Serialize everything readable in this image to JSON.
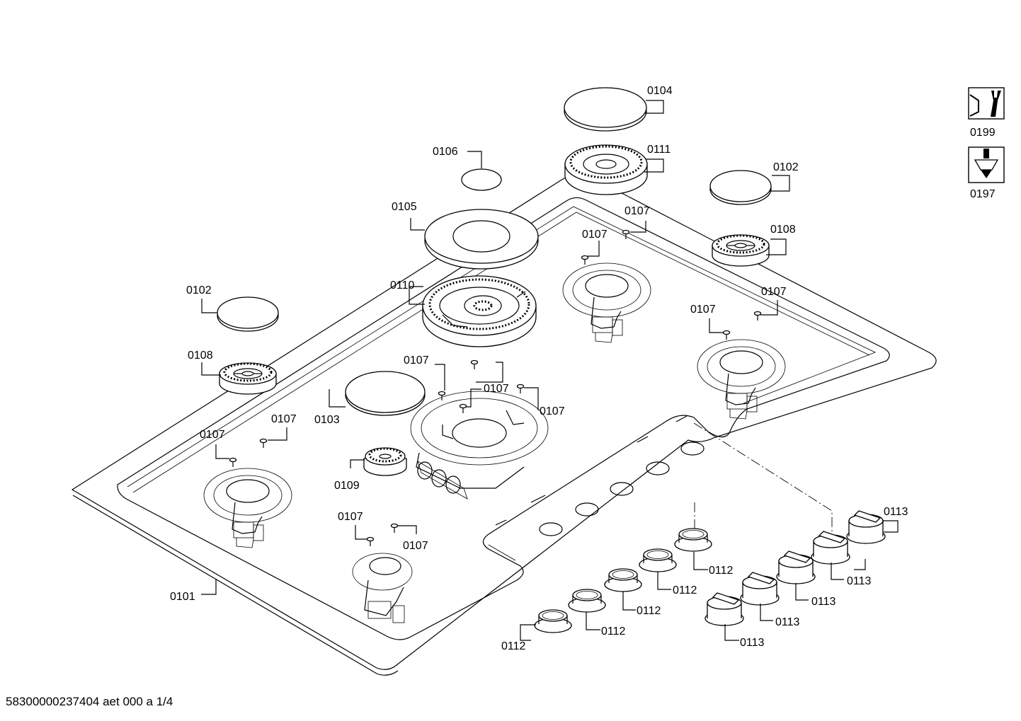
{
  "footer": {
    "code": "58300000237404 aet 000 a 1/4"
  },
  "labels": {
    "l0104": "0104",
    "l0111": "0111",
    "l0106": "0106",
    "l0102a": "0102",
    "l0102b": "0102",
    "l0105": "0105",
    "l0108a": "0108",
    "l0108b": "0108",
    "l0110": "0110",
    "l0103": "0103",
    "l0109": "0109",
    "l0101": "0101",
    "l0107a": "0107",
    "l0107b": "0107",
    "l0107c": "0107",
    "l0107d": "0107",
    "l0107e": "0107",
    "l0107f": "0107",
    "l0107g": "0107",
    "l0107h": "0107",
    "l0107i": "0107",
    "l0107j": "0107",
    "l0107k": "0107",
    "l0112a": "0112",
    "l0112b": "0112",
    "l0112c": "0112",
    "l0112d": "0112",
    "l0112e": "0112",
    "l0113a": "0113",
    "l0113b": "0113",
    "l0113c": "0113",
    "l0113d": "0113",
    "l0113e": "0113",
    "l0199": "0199",
    "l0197": "0197"
  },
  "icons": {
    "tool": "wrench-icon",
    "screw": "screwdriver-icon"
  }
}
